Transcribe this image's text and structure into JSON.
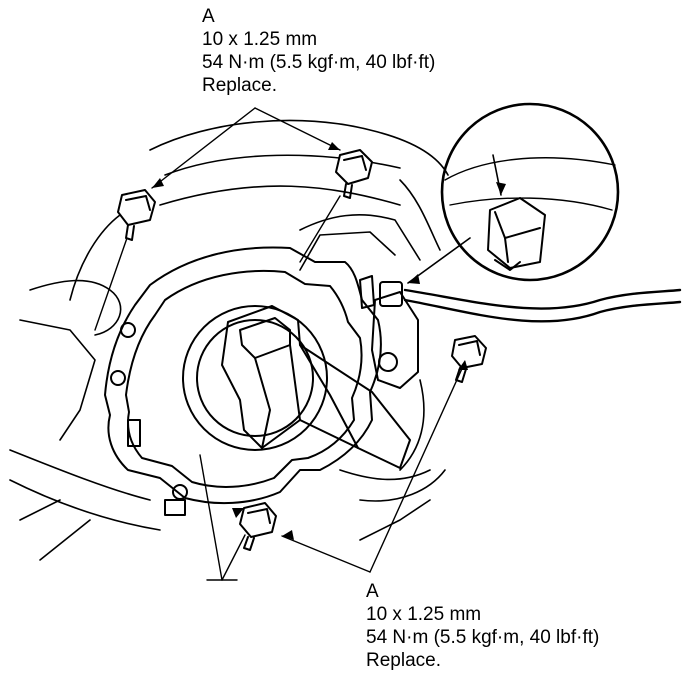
{
  "callouts": {
    "top": {
      "letter": "A",
      "size": "10 x 1.25 mm",
      "torque": "54 N·m (5.5 kgf·m, 40 lbf·ft)",
      "note": "Replace."
    },
    "bottom": {
      "letter": "A",
      "size": "10 x 1.25 mm",
      "torque": "54 N·m (5.5 kgf·m, 40 lbf·ft)",
      "note": "Replace."
    }
  },
  "colors": {
    "line": "#000000",
    "background": "#ffffff"
  }
}
